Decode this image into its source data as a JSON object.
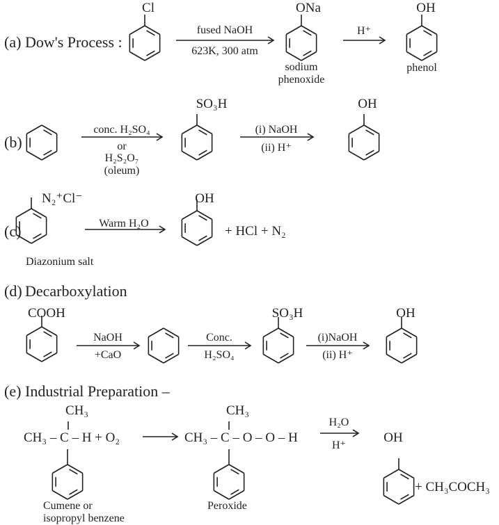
{
  "title": "Preparation of Phenol",
  "sections": {
    "a": {
      "label": "(a)",
      "name": "Dow's Process :",
      "reactant_substituent": "Cl",
      "step1": {
        "above": "fused NaOH",
        "below": "623K, 300 atm"
      },
      "intermediate_substituent": "ONa",
      "intermediate_name_line1": "sodium",
      "intermediate_name_line2": "phenoxide",
      "step2": {
        "above": "H⁺"
      },
      "product_substituent": "OH",
      "product_name": "phenol"
    },
    "b": {
      "label": "(b)",
      "step1": {
        "above": "conc. H₂SO₄",
        "below_line1": "or",
        "below_line2": "H₂S₂O₇",
        "below_line3": "(oleum)"
      },
      "intermediate_substituent": "SO₃H",
      "step2": {
        "above": "(i) NaOH",
        "below": "(ii) H⁺"
      },
      "product_substituent": "OH"
    },
    "c": {
      "label": "(c)",
      "reactant_substituent": "N₂⁺Cl⁻",
      "reactant_name": "Diazonium salt",
      "step1": {
        "above": "Warm H₂O"
      },
      "product_substituent": "OH",
      "byproducts": "+ HCl + N₂"
    },
    "d": {
      "label": "(d)",
      "name": "Decarboxylation",
      "reactant_substituent": "COOH",
      "step1": {
        "above": "NaOH",
        "below": "+CaO"
      },
      "step2": {
        "above": "Conc.",
        "below": "H₂SO₄"
      },
      "intermediate_substituent": "SO₃H",
      "step3": {
        "above": "(i)NaOH",
        "below": "(ii) H⁺"
      },
      "product_substituent": "OH"
    },
    "e": {
      "label": "(e)",
      "name": "Industrial Preparation –",
      "cumene_top": "CH₃",
      "cumene_formula": "CH₃ – C – H + O₂",
      "cumene_name_line1": "Cumene or",
      "cumene_name_line2": "isopropyl benzene",
      "peroxide_top": "CH₃",
      "peroxide_formula": "CH₃ – C – O – O – H",
      "peroxide_name": "Peroxide",
      "step2": {
        "above": "H₂O",
        "below": "H⁺"
      },
      "product_substituent": "OH",
      "byproduct": "+ CH₃COCH₃"
    }
  }
}
